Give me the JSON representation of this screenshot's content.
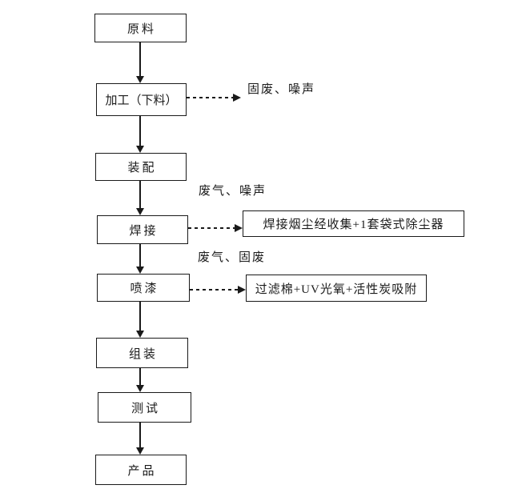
{
  "diagram": {
    "type": "flowchart",
    "colors": {
      "background": "#ffffff",
      "line": "#1a1a1a",
      "text": "#1a1a1a"
    },
    "process_flow": [
      {
        "label": "原料"
      },
      {
        "label": "加工（下料）",
        "emission": "固废、噪声"
      },
      {
        "label": "装配"
      },
      {
        "label": "焊接",
        "emission": "废气、噪声",
        "treatment": "焊接烟尘经收集+1套袋式除尘器"
      },
      {
        "label": "喷漆",
        "emission": "废气、固废",
        "treatment": "过滤棉+UV光氧+活性炭吸附"
      },
      {
        "label": "组装"
      },
      {
        "label": "测试"
      },
      {
        "label": "产品"
      }
    ]
  }
}
